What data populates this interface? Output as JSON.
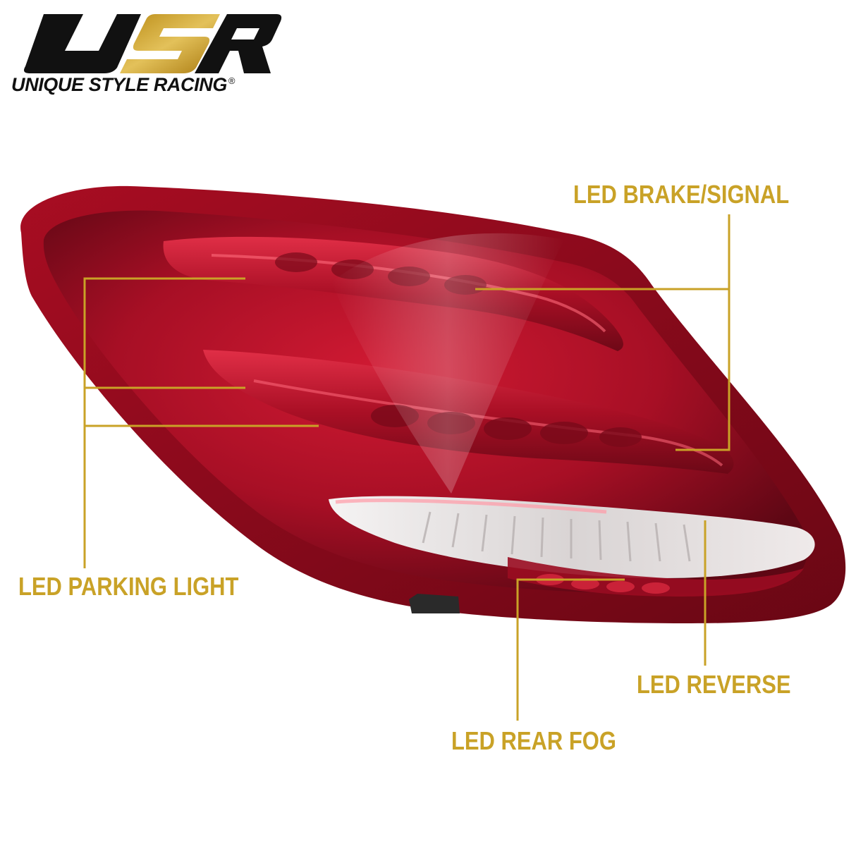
{
  "brand": {
    "logo_letters": "USR",
    "tagline": "UNIQUE STYLE RACING",
    "registered_mark": "®"
  },
  "callouts": {
    "brake_signal": "LED BRAKE/SIGNAL",
    "parking": "LED PARKING LIGHT",
    "reverse": "LED REVERSE",
    "rear_fog": "LED REAR FOG"
  },
  "colors": {
    "accent_gold": "#c9a227",
    "logo_black": "#111111",
    "lens_red": "#c0122b",
    "lens_dark": "#5e0714",
    "lens_clear": "#e9e6e6"
  },
  "icons": {
    "logo": "usr-logo-icon",
    "product": "tail-light-icon"
  }
}
